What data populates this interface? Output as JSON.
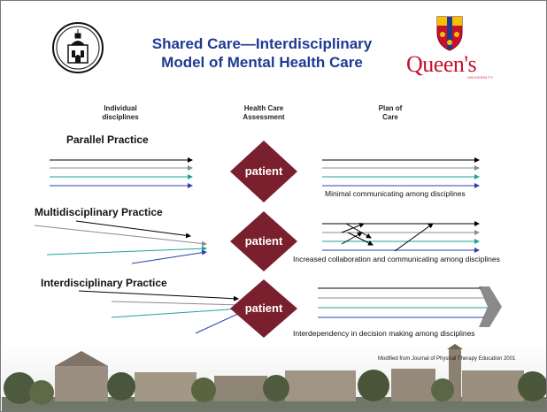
{
  "title_line1": "Shared Care—Interdisciplinary",
  "title_line2": "Model of Mental Health Care",
  "logo_text": "Queen's",
  "logo_subtext": "UNIVERSITY",
  "columns": {
    "individual": [
      "Individual",
      "disciplines"
    ],
    "assessment": [
      "Health Care",
      "Assessment"
    ],
    "plan": [
      "Plan of",
      "Care"
    ]
  },
  "rows": [
    {
      "title": "Parallel Practice",
      "center": "patient",
      "caption": "Minimal communicating among disciplines"
    },
    {
      "title": "Multidisciplinary Practice",
      "center": "patient",
      "caption": "Increased collaboration and communicating among disciplines"
    },
    {
      "title": "Interdisciplinary Practice",
      "center": "patient",
      "caption": "Interdependency in decision making among disciplines"
    }
  ],
  "credit": "Modified from Journal of Physical Therapy Education 2001",
  "colors": {
    "title": "#1f3a93",
    "diamond": "#7a1f2e",
    "line_black": "#000000",
    "line_gray": "#8c8c8c",
    "line_teal": "#1aa59a",
    "line_blue": "#2b3fb0",
    "chevron": "#8a8a8a"
  },
  "icons": {
    "left_logo": "chapel-emblem-icon",
    "right_logo": "university-crest-icon"
  }
}
